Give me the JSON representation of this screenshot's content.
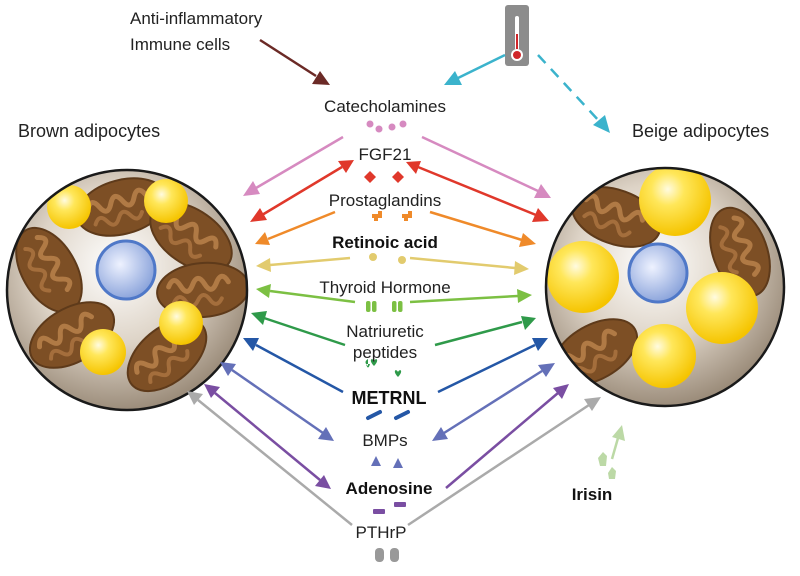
{
  "labels": {
    "anti_inflammatory_line1": "Anti-inflammatory",
    "anti_inflammatory_line2": "Immune cells",
    "brown": "Brown adipocytes",
    "beige": "Beige adipocytes",
    "catecholamines": "Catecholamines",
    "fgf21": "FGF21",
    "prostaglandins": "Prostaglandins",
    "retinoic_acid": "Retinoic acid",
    "thyroid": "Thyroid Hormone",
    "natriuretic_line1": "Natriuretic",
    "natriuretic_line2": "peptides",
    "metrnl": "METRNL",
    "bmps": "BMPs",
    "adenosine": "Adenosine",
    "pthrp": "PTHrP",
    "irisin": "Irisin"
  },
  "colors": {
    "immune_arrow": "#6b2a26",
    "cold_arrow": "#3bb3cc",
    "catecholamines": "#d68ac0",
    "fgf21": "#e0382b",
    "prostaglandins": "#ef8a2a",
    "retinoic_acid": "#e2cb6e",
    "thyroid": "#7cc043",
    "natriuretic": "#2f9a4a",
    "metrnl": "#2457a6",
    "bmps": "#6470b8",
    "adenosine": "#7a4ea2",
    "pthrp": "#aaaaaa",
    "irisin": "#bcd9a6",
    "mitochondria": "#8b5a2b",
    "lipid": "#ffd21a",
    "nucleus": "#9fb6e6"
  }
}
